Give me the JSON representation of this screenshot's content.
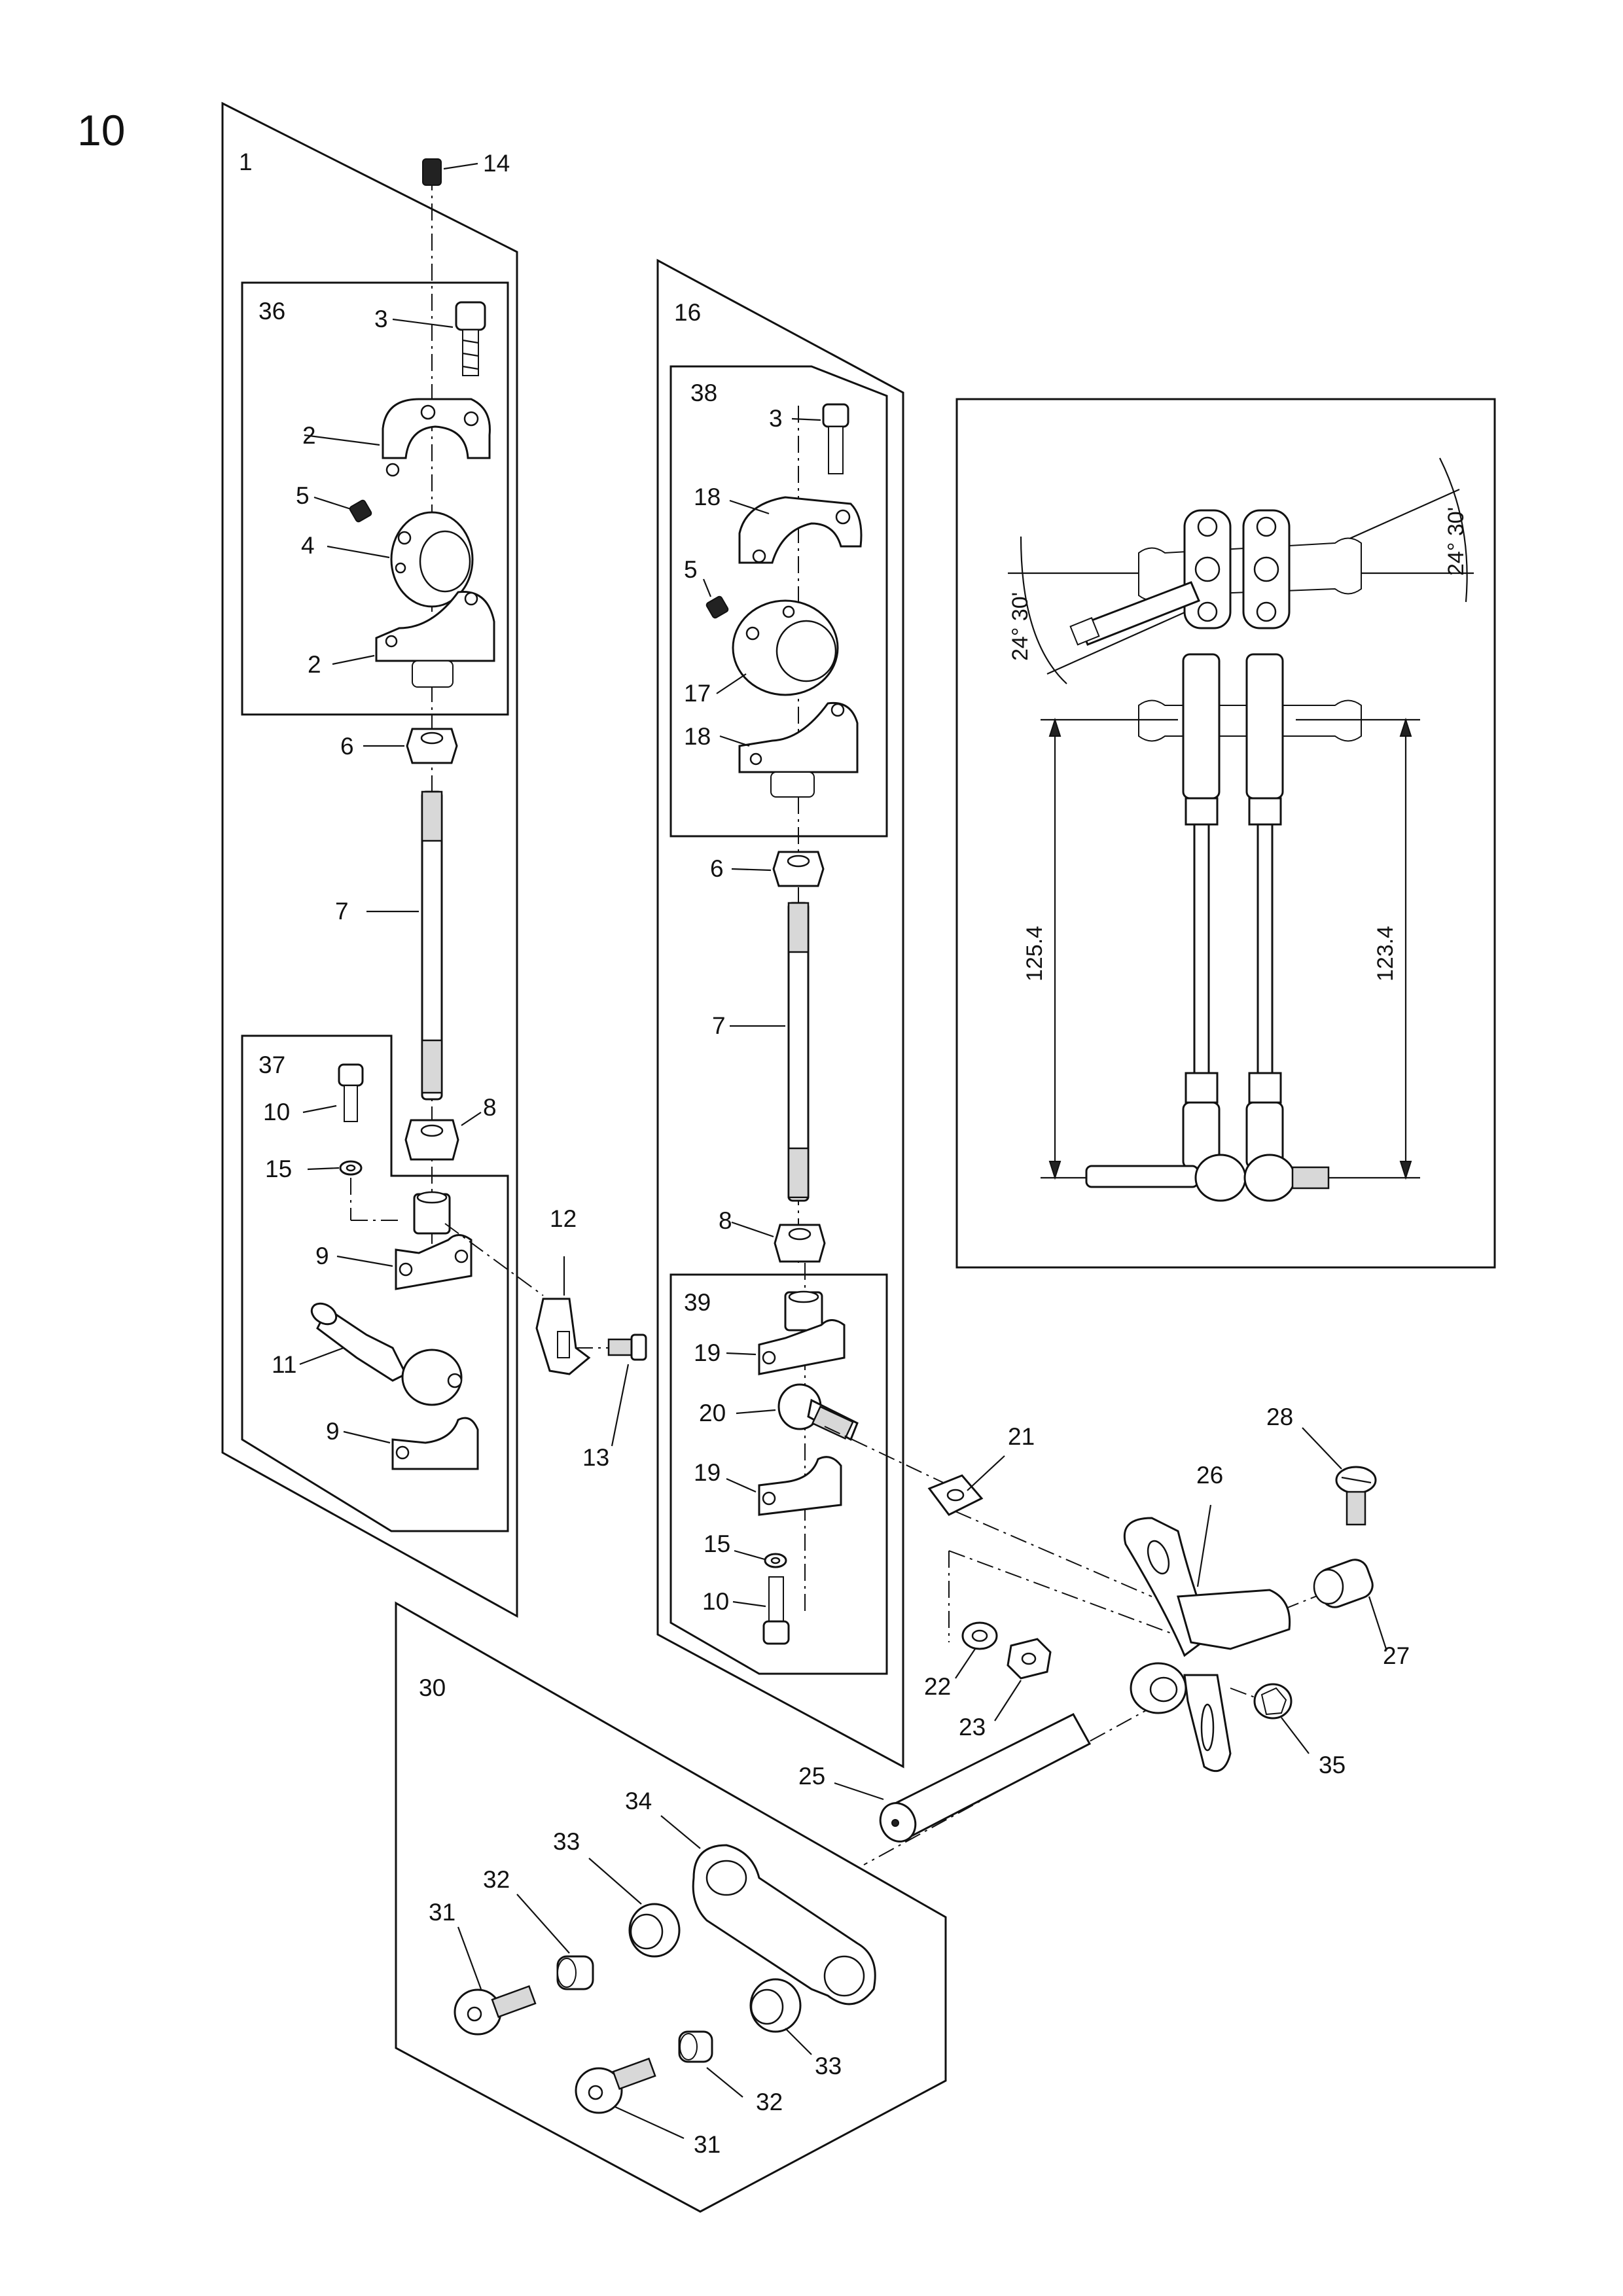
{
  "figure_number": "10",
  "callouts": {
    "c1": "1",
    "c2a": "2",
    "c2b": "2",
    "c3a": "3",
    "c3b": "3",
    "c4": "4",
    "c5a": "5",
    "c5b": "5",
    "c6a": "6",
    "c6b": "6",
    "c7a": "7",
    "c7b": "7",
    "c8a": "8",
    "c8b": "8",
    "c9a": "9",
    "c9b": "9",
    "c10a": "10",
    "c10b": "10",
    "c11": "11",
    "c12": "12",
    "c13": "13",
    "c14": "14",
    "c15a": "15",
    "c15b": "15",
    "c16": "16",
    "c17": "17",
    "c18a": "18",
    "c18b": "18",
    "c19a": "19",
    "c19b": "19",
    "c20": "20",
    "c21": "21",
    "c22": "22",
    "c23": "23",
    "c25": "25",
    "c26": "26",
    "c27": "27",
    "c28": "28",
    "c30": "30",
    "c31a": "31",
    "c31b": "31",
    "c32a": "32",
    "c32b": "32",
    "c33a": "33",
    "c33b": "33",
    "c34": "34",
    "c35": "35",
    "c36": "36",
    "c37": "37",
    "c38": "38",
    "c39": "39"
  },
  "detail_view": {
    "angle_left": "24° 30'",
    "angle_right": "24° 30'",
    "length_left": "125.4",
    "length_right": "123.4"
  }
}
